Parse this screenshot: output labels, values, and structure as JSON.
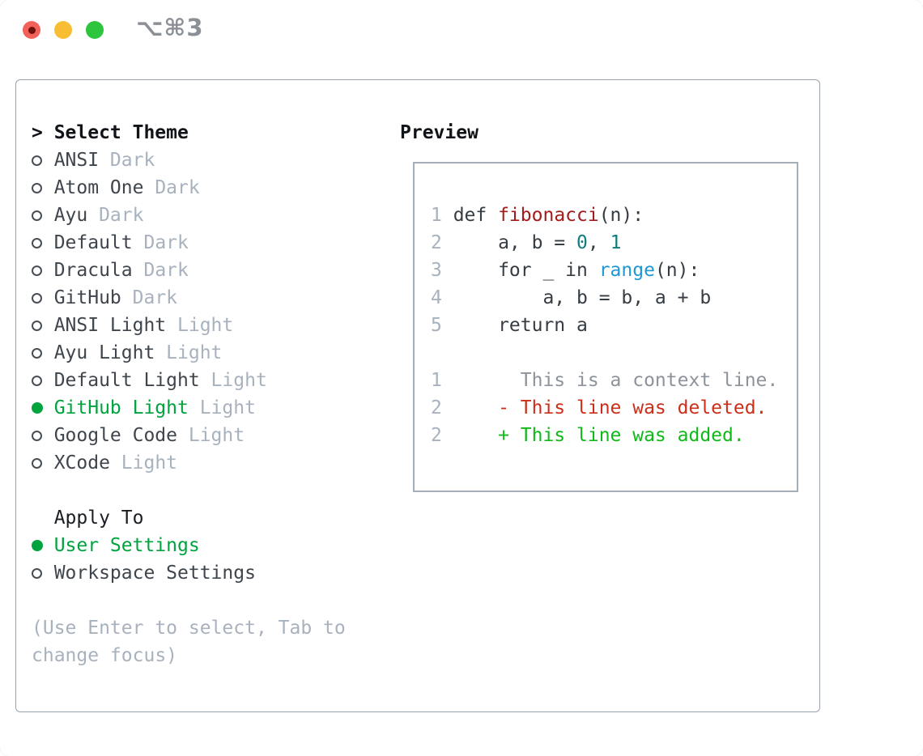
{
  "titlebar": {
    "shortcut": "⌥⌘3",
    "buttons": [
      "close",
      "minimize",
      "zoom"
    ]
  },
  "colors": {
    "selection_green": "#00a33e",
    "diff_added_green": "#0fba17",
    "diff_deleted_red": "#cb2f1a",
    "function_red": "#a31c1c",
    "number_teal": "#0f7d7f",
    "builtin_blue": "#1f97d2",
    "muted_gray": "#a8b2be",
    "context_gray": "#8d939b",
    "text_dark": "#363c43",
    "panel_border": "#99a2ad",
    "traffic_red": "#f4615b",
    "traffic_yellow": "#f9bd33",
    "traffic_green": "#2dc53d"
  },
  "theme_panel": {
    "title_prefix": ">",
    "title": "Select Theme",
    "items": [
      {
        "name": "ANSI",
        "variant": "Dark",
        "selected": false
      },
      {
        "name": "Atom One",
        "variant": "Dark",
        "selected": false
      },
      {
        "name": "Ayu",
        "variant": "Dark",
        "selected": false
      },
      {
        "name": "Default",
        "variant": "Dark",
        "selected": false
      },
      {
        "name": "Dracula",
        "variant": "Dark",
        "selected": false
      },
      {
        "name": "GitHub",
        "variant": "Dark",
        "selected": false
      },
      {
        "name": "ANSI Light",
        "variant": "Light",
        "selected": false
      },
      {
        "name": "Ayu Light",
        "variant": "Light",
        "selected": false
      },
      {
        "name": "Default Light",
        "variant": "Light",
        "selected": false
      },
      {
        "name": "GitHub Light",
        "variant": "Light",
        "selected": true
      },
      {
        "name": "Google Code",
        "variant": "Light",
        "selected": false
      },
      {
        "name": "XCode",
        "variant": "Light",
        "selected": false
      }
    ],
    "apply_to": {
      "title": "Apply To",
      "options": [
        {
          "name": "User Settings",
          "selected": true
        },
        {
          "name": "Workspace Settings",
          "selected": false
        }
      ]
    },
    "hint_lines": [
      "(Use Enter to select, Tab to",
      "change focus)"
    ]
  },
  "preview": {
    "title": "Preview",
    "code_lines": [
      {
        "num": "1",
        "segments": [
          {
            "t": "def ",
            "c": "code"
          },
          {
            "t": "fibonacci",
            "c": "func"
          },
          {
            "t": "(n):",
            "c": "code"
          }
        ]
      },
      {
        "num": "2",
        "segments": [
          {
            "t": "    a, b = ",
            "c": "code"
          },
          {
            "t": "0",
            "c": "num"
          },
          {
            "t": ", ",
            "c": "code"
          },
          {
            "t": "1",
            "c": "num"
          }
        ]
      },
      {
        "num": "3",
        "segments": [
          {
            "t": "    for _ in ",
            "c": "code"
          },
          {
            "t": "range",
            "c": "builtin"
          },
          {
            "t": "(n):",
            "c": "code"
          }
        ]
      },
      {
        "num": "4",
        "segments": [
          {
            "t": "        a, b = b, a + b",
            "c": "code"
          }
        ]
      },
      {
        "num": "5",
        "segments": [
          {
            "t": "    return a",
            "c": "code"
          }
        ]
      },
      {
        "num": "",
        "segments": []
      },
      {
        "num": "1",
        "segments": [
          {
            "t": "      This is a context line.",
            "c": "context"
          }
        ]
      },
      {
        "num": "2",
        "segments": [
          {
            "t": "    - This line was deleted.",
            "c": "deleted"
          }
        ]
      },
      {
        "num": "2",
        "segments": [
          {
            "t": "    + This line was added.",
            "c": "added"
          }
        ]
      }
    ]
  }
}
